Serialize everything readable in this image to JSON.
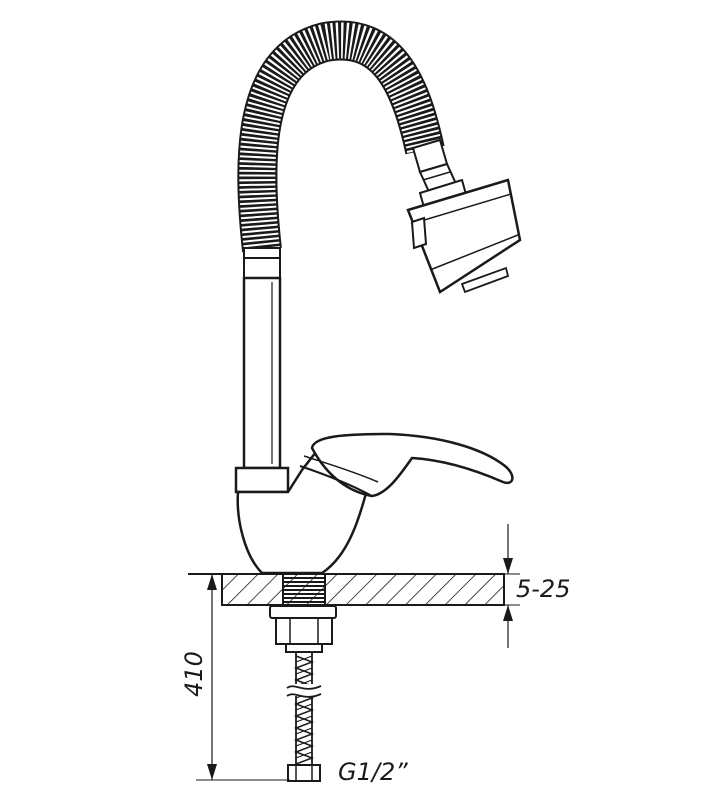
{
  "dimensions": {
    "deck_thickness": "5-25",
    "hose_length": "410",
    "connection_thread": "G1/2”"
  },
  "colors": {
    "line": "#1a1a1a",
    "fill": "#ffffff"
  }
}
